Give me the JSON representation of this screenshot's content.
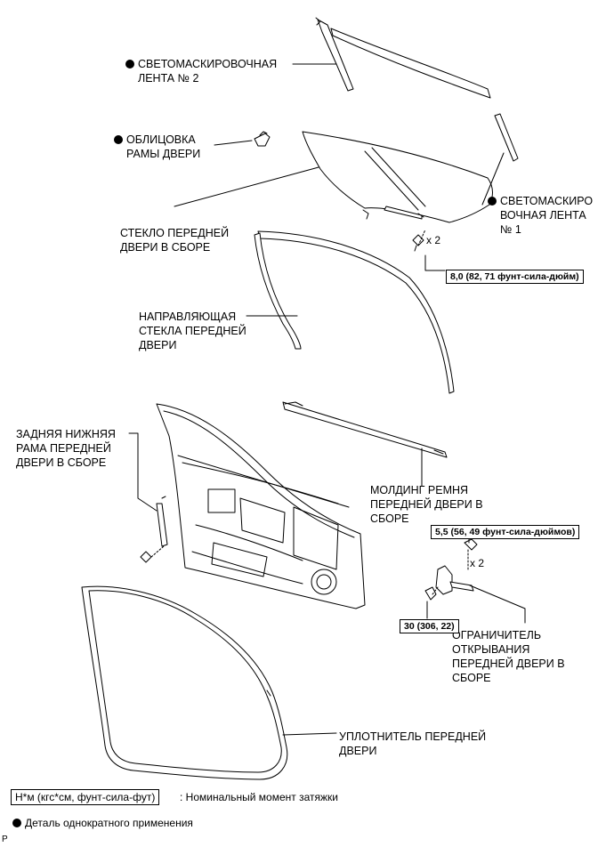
{
  "labels": {
    "tape2": [
      "СВЕТОМАСКИРОВОЧНАЯ",
      "ЛЕНТА № 2"
    ],
    "trim": [
      "ОБЛИЦОВКА",
      "РАМЫ ДВЕРИ"
    ],
    "tape1": [
      "СВЕТОМАСКИРО",
      "ВОЧНАЯ ЛЕНТА",
      "№ 1"
    ],
    "glass": [
      "СТЕКЛО ПЕРЕДНЕЙ",
      "ДВЕРИ В СБОРЕ"
    ],
    "guide": [
      "НАПРАВЛЯЮЩАЯ",
      "СТЕКЛА ПЕРЕДНЕЙ",
      "ДВЕРИ"
    ],
    "rear_frame": [
      "ЗАДНЯЯ НИЖНЯЯ",
      "РАМА ПЕРЕДНЕЙ",
      "ДВЕРИ В СБОРЕ"
    ],
    "molding": [
      "МОЛДИНГ РЕМНЯ",
      "ПЕРЕДНЕЙ ДВЕРИ В",
      "СБОРЕ"
    ],
    "checker": [
      "ОГРАНИЧИТЕЛЬ",
      "ОТКРЫВАНИЯ",
      "ПЕРЕДНЕЙ ДВЕРИ В",
      "СБОРЕ"
    ],
    "seal": [
      "УПЛОТНИТЕЛЬ ПЕРЕДНЕЙ",
      "ДВЕРИ"
    ]
  },
  "torque": {
    "glass_bolt": "8,0 (82, 71 фунт-сила-дюйм)",
    "checker_nut": "5,5 (56, 49 фунт-сила-дюймов)",
    "checker_bolt": "30 (306, 22)"
  },
  "qty": {
    "glass_bolt": "x 2",
    "checker_nut": "x 2"
  },
  "legend": {
    "torque_box": "Н*м (кгс*см, фунт-сила-фут)",
    "torque_text": ": Номинальный момент затяжки",
    "single_use": "Деталь однократного применения"
  },
  "corner_mark": "P"
}
